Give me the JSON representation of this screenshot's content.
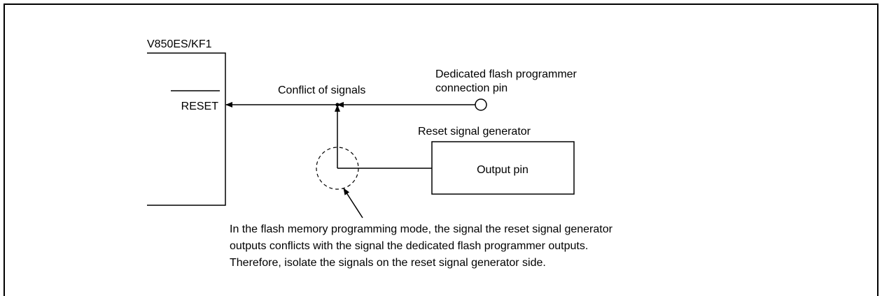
{
  "device_label": "V850ES/KF1",
  "reset_pin_label": "RESET",
  "conflict_label": "Conflict of signals",
  "programmer_pin_label_line1": "Dedicated flash programmer",
  "programmer_pin_label_line2": "connection pin",
  "generator_label": "Reset signal generator",
  "output_pin_label": "Output pin",
  "note_lines": [
    "In the flash memory programming mode, the signal the reset signal generator",
    "outputs conflicts with the signal the dedicated flash programmer outputs.",
    "Therefore, isolate the signals on the reset signal generator side."
  ]
}
